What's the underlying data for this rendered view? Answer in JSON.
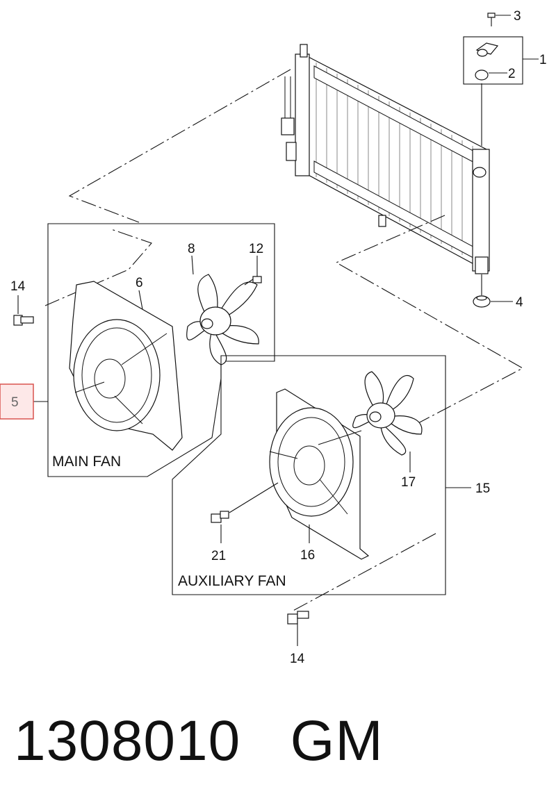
{
  "callouts": {
    "c1": "1",
    "c2": "2",
    "c3": "3",
    "c4": "4",
    "c5": "5",
    "c6": "6",
    "c8": "8",
    "c12": "12",
    "c14a": "14",
    "c14b": "14",
    "c15": "15",
    "c16": "16",
    "c17": "17",
    "c21": "21"
  },
  "groups": {
    "main_fan": "MAIN FAN",
    "auxiliary_fan": "AUXILIARY FAN"
  },
  "footer": {
    "part_number": "1308010",
    "brand": "GM"
  },
  "colors": {
    "highlight_border": "#d9534f",
    "highlight_fill": "#fde8e8",
    "line": "#111111"
  }
}
